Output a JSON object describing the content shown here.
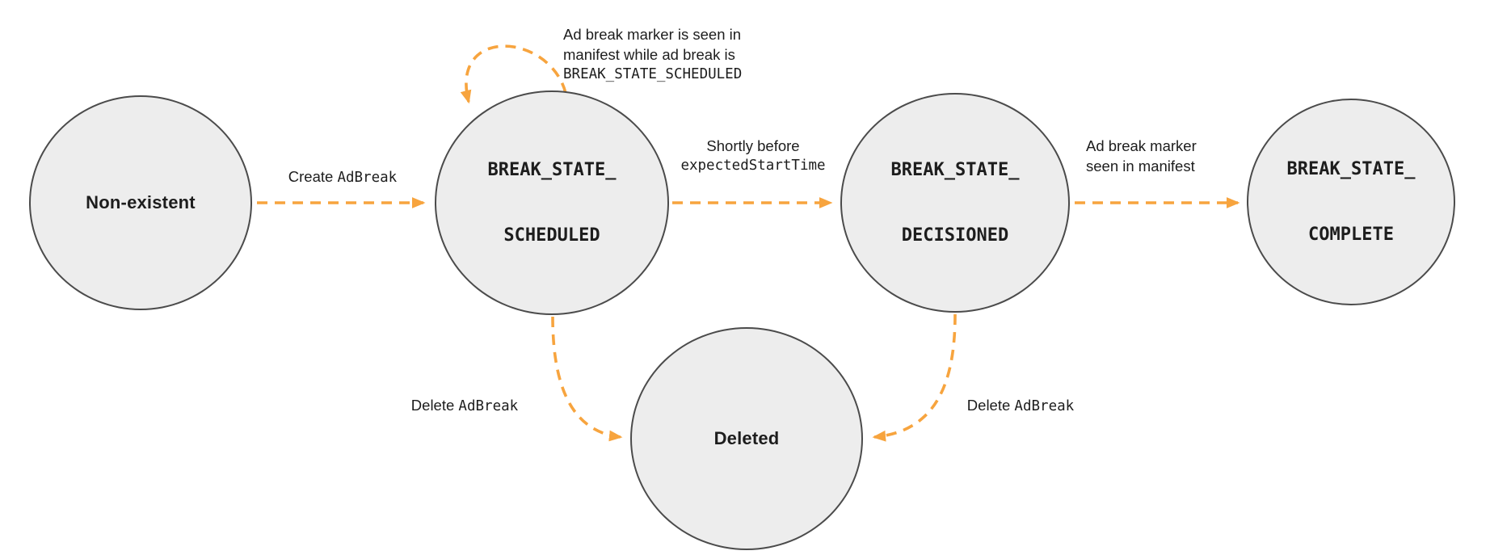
{
  "diagram": {
    "colors": {
      "node_fill": "#ededed",
      "node_border": "#4b4b4b",
      "arrow": "#f7a43e",
      "text": "#1d1d1d"
    },
    "states": {
      "non_existent": {
        "label": "Non-existent"
      },
      "scheduled": {
        "line1": "BREAK_STATE_",
        "line2": "SCHEDULED"
      },
      "decisioned": {
        "line1": "BREAK_STATE_",
        "line2": "DECISIONED"
      },
      "complete": {
        "line1": "BREAK_STATE_",
        "line2": "COMPLETE"
      },
      "deleted": {
        "label": "Deleted"
      }
    },
    "transitions": {
      "create": {
        "sans": "Create ",
        "mono": "AdBreak"
      },
      "self_loop": {
        "line1": "Ad break marker is seen in",
        "line2": "manifest while ad break is",
        "line3": "BREAK_STATE_SCHEDULED"
      },
      "shortly_before": {
        "line1": "Shortly before",
        "line2": "expectedStartTime"
      },
      "marker_seen": {
        "line1": "Ad break marker",
        "line2": "seen in manifest"
      },
      "delete_from_scheduled": {
        "sans": "Delete ",
        "mono": "AdBreak"
      },
      "delete_from_decisioned": {
        "sans": "Delete ",
        "mono": "AdBreak"
      }
    }
  }
}
